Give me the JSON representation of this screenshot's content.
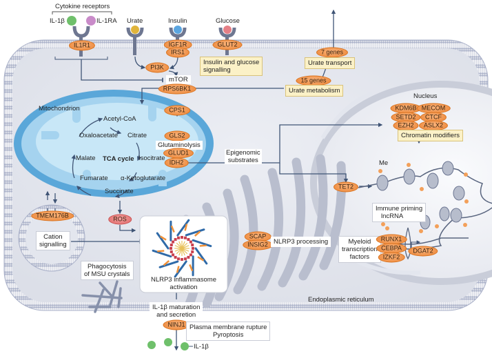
{
  "colors": {
    "cell_fill": "#e3e6ee",
    "membrane": "#aab1c9",
    "mito_outer": "#5aa7d9",
    "mito_inner": "#bfe2f5",
    "nucleus_fill": "#eef0f5",
    "er": "#b8bdcd",
    "arrow": "#3f5475",
    "pill_orange": "#ec8434",
    "pill_red": "#e06868",
    "yellow_box": "#fbf1c7"
  },
  "receptors": {
    "group_label": "Cytokine receptors",
    "il1b_label": "IL-1β",
    "il1ra_label": "IL-1RA",
    "il1r1": "IL1R1",
    "urate_label": "Urate",
    "insulin_label": "Insulin",
    "glucose_label": "Glucose",
    "igf1r": "IGF1R",
    "irs1": "IRS1",
    "glut2": "GLUT2"
  },
  "signalling": {
    "pi3k": "PI3K",
    "mtor": "mTOR",
    "rps6bk1": "RPS6BK1",
    "insulin_glucose_box": [
      "Insulin and glucose",
      "signalling"
    ],
    "seven_genes": "7 genes",
    "urate_transport": "Urate transport",
    "fifteen_genes": "15 genes",
    "urate_metabolism": "Urate metabolism"
  },
  "mitochondrion": {
    "label": "Mitochondrion",
    "tca_label": "TCA cycle",
    "metabolites": [
      "Acetyl-CoA",
      "Citrate",
      "Isocitrate",
      "α-Ketoglutarate",
      "Succinate",
      "Fumarate",
      "Malate",
      "Oxaloacetate"
    ],
    "cps1": "CPS1",
    "gls2": "GLS2",
    "glutaminolysis": "Glutaminolysis",
    "glud1": "GLUD1",
    "idh2": "IDH2",
    "ros": "ROS"
  },
  "epigenomic": {
    "label": [
      "Epigenomic",
      "substrates"
    ],
    "tet2": "TET2",
    "me": "Me"
  },
  "nucleus": {
    "label": "Nucleus",
    "modifiers": [
      "KDM6B",
      "MECOM",
      "SETD2",
      "CTCF",
      "EZH2",
      "ASLX2"
    ],
    "modifiers_box": "Chromatin modifiers",
    "immune_priming": [
      "Immune priming",
      "lncRNA"
    ],
    "myeloid_box": [
      "Myeloid",
      "transcription",
      "factors"
    ],
    "tfs": [
      "RUNX1",
      "CEBPA",
      "IZKF2"
    ],
    "dgat2": "DGAT2"
  },
  "vesicle": {
    "tmem176b": "TMEM176B",
    "cation_box": [
      "Cation",
      "signalling"
    ]
  },
  "inflammasome": {
    "phagocytosis_box": [
      "Phagocytosis",
      "of MSU crystals"
    ],
    "label": [
      "NLRP3 inflammasome",
      "activation"
    ],
    "scap": "SCAP",
    "insig2": "INSIG2",
    "processing": "NLRP3 processing",
    "maturation_box": [
      "IL-1β maturation",
      "and secretion"
    ],
    "ninj1": "NINJ1",
    "rupture_box": [
      "Plasma membrane rupture",
      "Pyroptosis"
    ],
    "il1b_out": "IL-1β"
  },
  "er_label": "Endoplasmic reticulum"
}
